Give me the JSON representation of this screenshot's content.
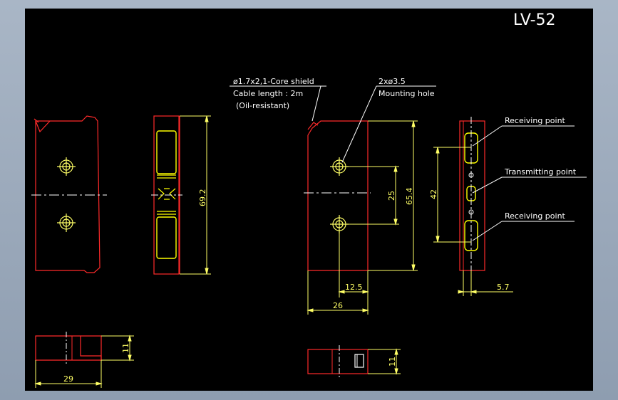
{
  "title": "LV-52",
  "notes": {
    "cable_line1": "ø1.7x2,1-Core shield",
    "cable_line2": "Cable length : 2m",
    "cable_line3": "(Oil-resistant)",
    "hole_line1": "2xø3.5",
    "hole_line2": "Mounting hole"
  },
  "callouts": {
    "receiving_top": "Receiving point",
    "transmitting": "Transmitting point",
    "receiving_bottom": "Receiving point"
  },
  "dimensions": {
    "height_side": "69.2",
    "spacing_holes": "25",
    "height_front": "65.4",
    "point_spacing": "42",
    "hole_offset": "12.5",
    "width_front": "26",
    "right_offset": "5.7",
    "bottom_left_width": "29",
    "bottom_left_thickness": "11",
    "bottom_right_thickness": "11"
  },
  "colors": {
    "background": "#000000",
    "outline": "#ff2a2a",
    "dimension": "#ffff66",
    "text": "#ffffff",
    "highlight": "#ffff00",
    "centerline": "#ffffff"
  }
}
